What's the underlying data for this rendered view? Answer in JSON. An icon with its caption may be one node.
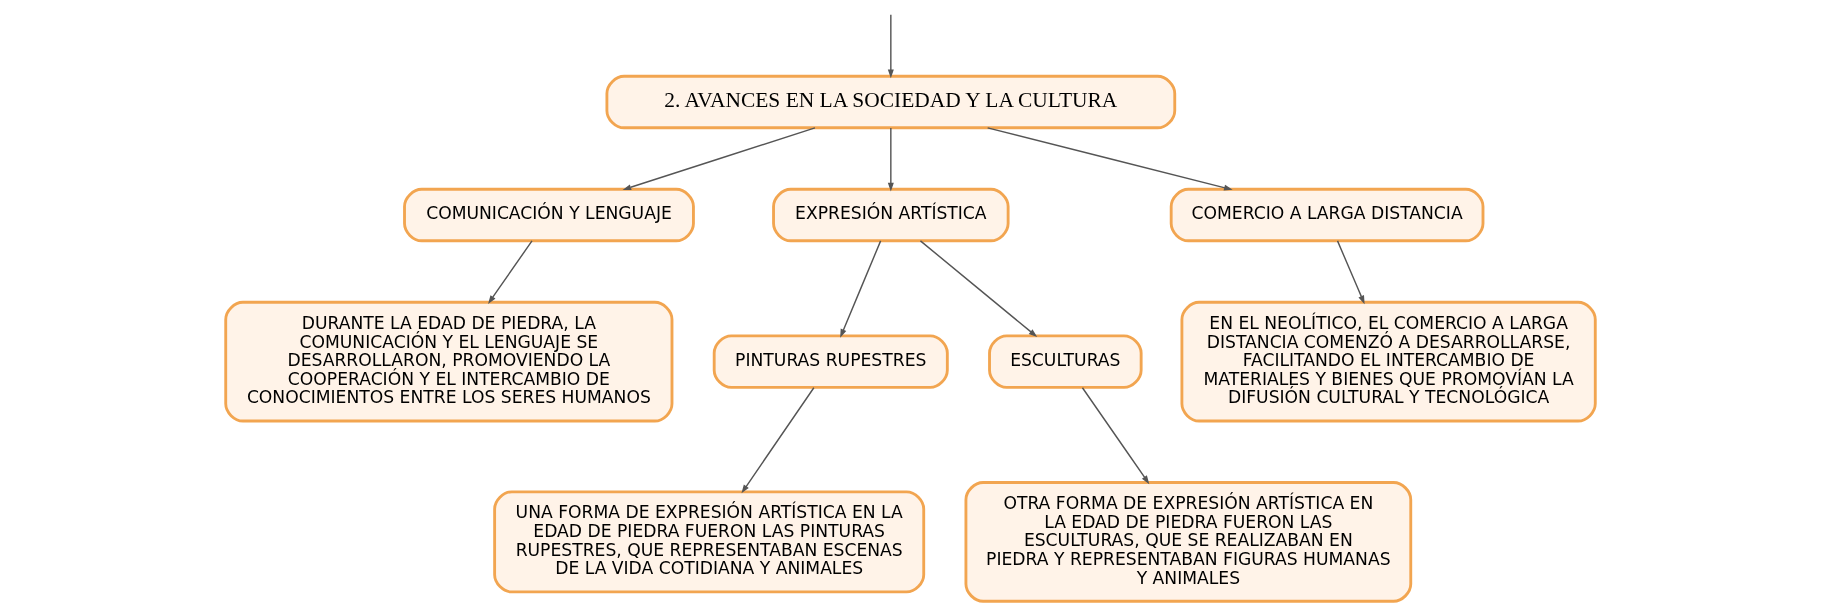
{
  "diagram": {
    "nodes": [
      {
        "text": [
          "2. AVANCES EN LA SOCIEDAD Y LA CULTURA"
        ]
      },
      {
        "text": [
          "COMUNICACIÓN Y LENGUAJE"
        ]
      },
      {
        "text": [
          "EXPRESIÓN ARTÍSTICA"
        ]
      },
      {
        "text": [
          "COMERCIO A LARGA DISTANCIA"
        ]
      },
      {
        "text": [
          "DURANTE LA EDAD DE PIEDRA, LA COMUNICACIÓN Y EL LENGUAJE SE DESARROLLARON, PROMOVIENDO LA COOPERACIÓN Y EL INTERCAMBIO DE CONOCIMIENTOS ENTRE LOS SERES HUMANOS"
        ]
      },
      {
        "text": [
          "PINTURAS RUPESTRES"
        ]
      },
      {
        "text": [
          "ESCULTURAS"
        ]
      },
      {
        "text": [
          "EN EL NEOLÍTICO, EL COMERCIO A LARGA DISTANCIA COMENZÓ A DESARROLLARSE, FACILITANDO EL INTERCAMBIO DE MATERIALES Y BIENES QUE PROMOVÍAN LA DIFUSIÓN CULTURAL Y TECNOLÓGICA"
        ]
      },
      {
        "text": [
          "UNA FORMA DE EXPRESIÓN ARTÍSTICA EN LA EDAD DE PIEDRA FUERON LAS PINTURAS RUPESTRES, QUE REPRESENTABAN ESCENAS DE LA VIDA COTIDIANA Y ANIMALES"
        ]
      },
      {
        "text": [
          "OTRA FORMA DE EXPRESIÓN ARTÍSTICA EN LA EDAD DE PIEDRA FUERON LAS ESCULTURAS, QUE SE REALIZABAN EN PIEDRA Y REPRESENTABAN FIGURAS HUMANAS Y ANIMALES"
        ]
      }
    ],
    "edges": [
      {
        "from": null,
        "to": 0,
        "arrow": "to"
      },
      {
        "from": 0,
        "to": 1,
        "arrow": "to"
      },
      {
        "from": 0,
        "to": 2,
        "arrow": "to"
      },
      {
        "from": 0,
        "to": 3,
        "arrow": "to"
      },
      {
        "from": 1,
        "to": 4,
        "arrow": "to"
      },
      {
        "from": 2,
        "to": 5,
        "arrow": "to"
      },
      {
        "from": 2,
        "to": 6,
        "arrow": "to"
      },
      {
        "from": 3,
        "to": 7,
        "arrow": "to"
      },
      {
        "from": 5,
        "to": 8,
        "arrow": "to"
      },
      {
        "from": 6,
        "to": 9,
        "arrow": "to"
      }
    ]
  }
}
